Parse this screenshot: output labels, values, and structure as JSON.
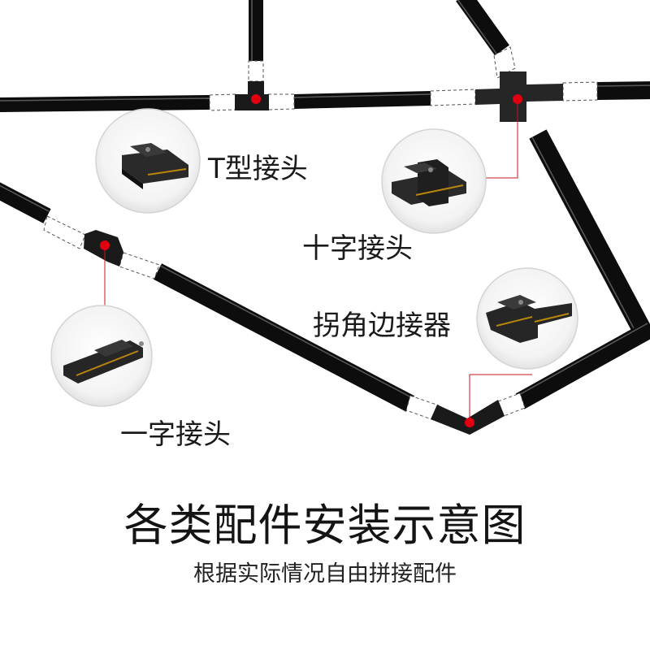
{
  "labels": {
    "t_joint": "T型接头",
    "cross_joint": "十字接头",
    "corner_connector": "拐角边接器",
    "straight_joint": "一字接头"
  },
  "title": "各类配件安装示意图",
  "subtitle": "根据实际情况自由拼接配件",
  "colors": {
    "rail": "#0d0d0d",
    "rail_highlight": "#5a5a5a",
    "marker": "#e00010",
    "leader": "#c4161c",
    "connector_outline": "#888888",
    "background": "#ffffff"
  }
}
